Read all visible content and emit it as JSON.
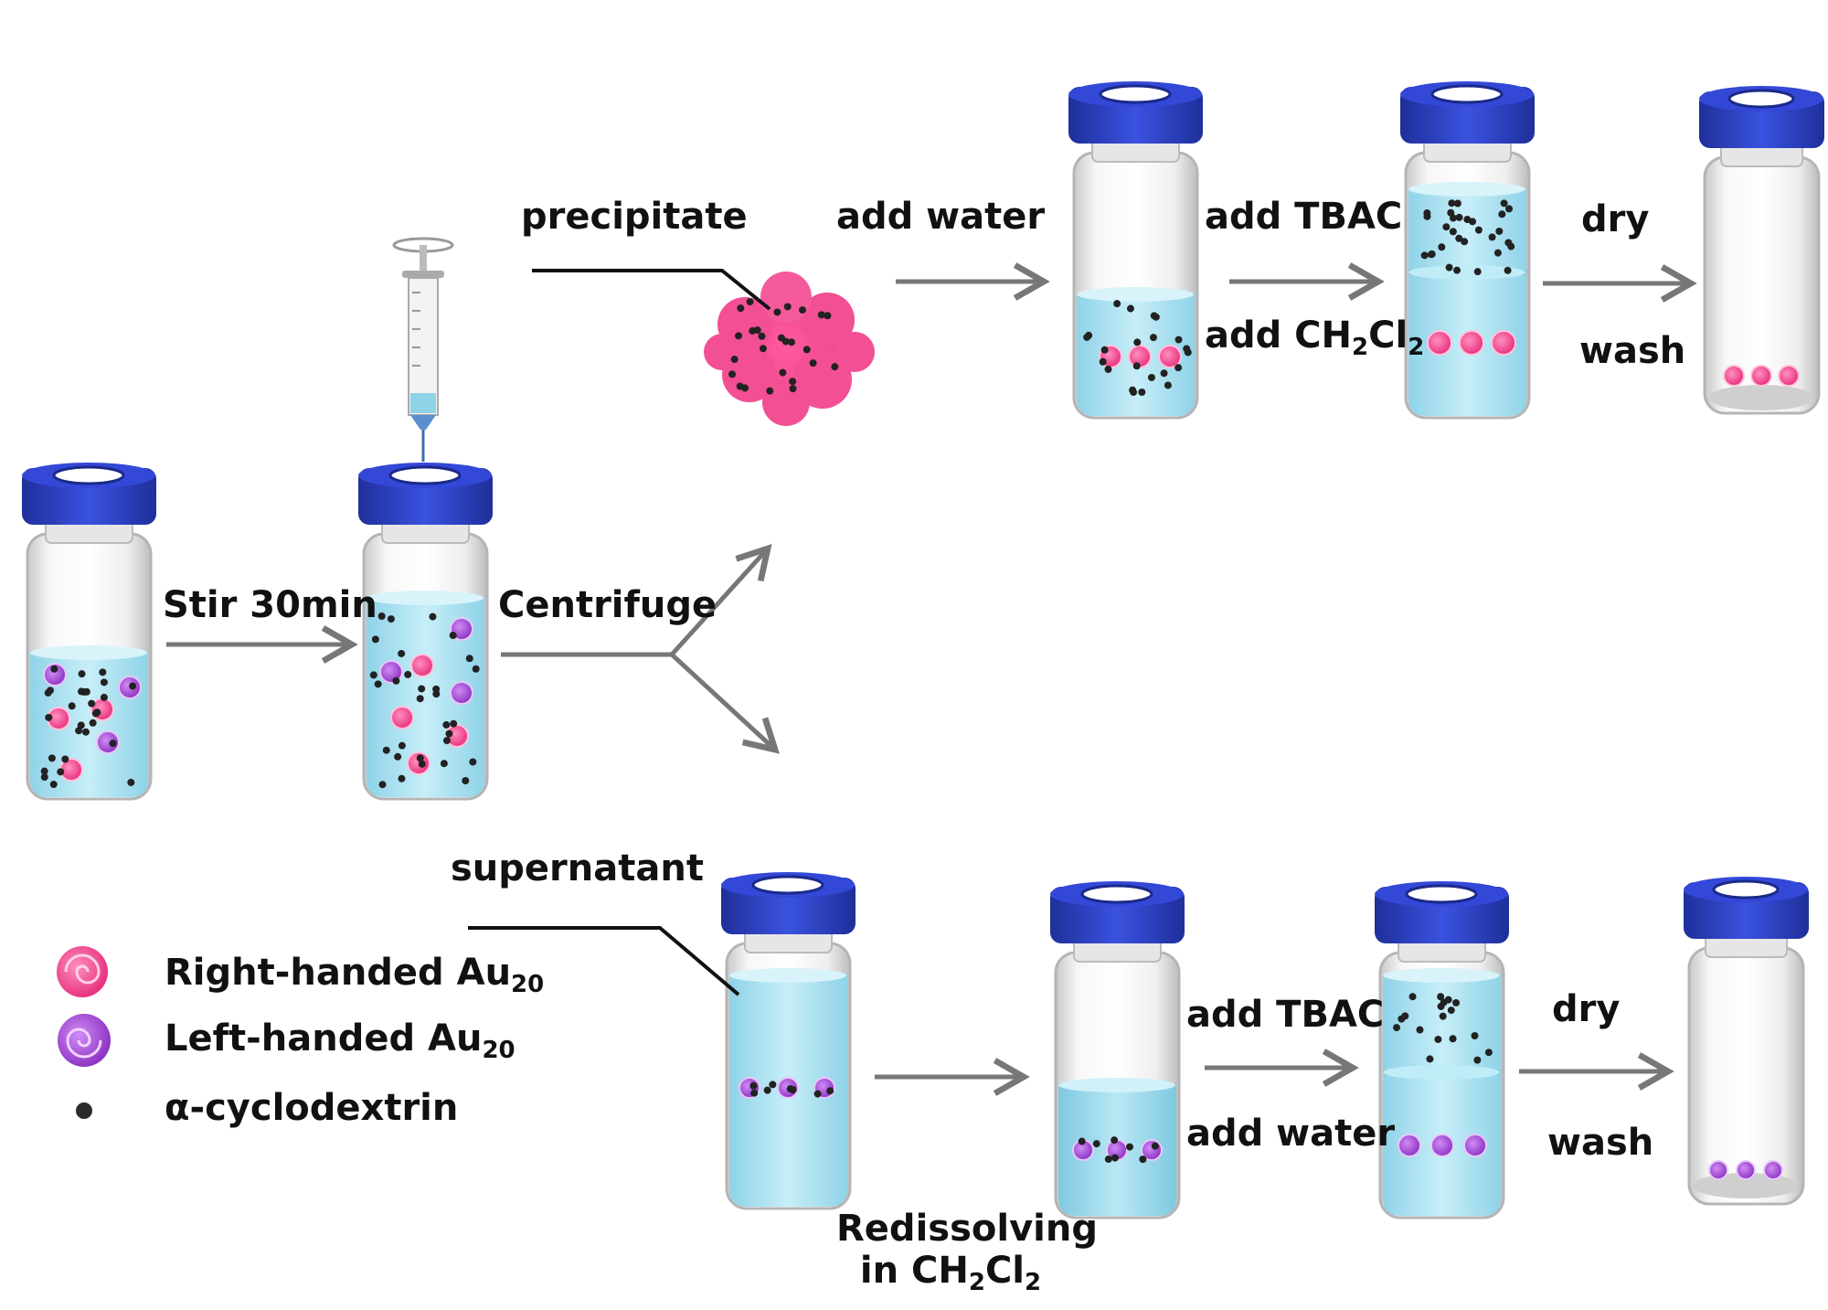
{
  "labels": {
    "precipitate": "precipitate",
    "add_water_top": "add water",
    "add_tbac_top": "add TBAC",
    "add_ch2cl2_top": {
      "pre": "add CH",
      "sub1": "2",
      "mid": "Cl",
      "sub2": "2"
    },
    "dry_top": "dry",
    "wash_top": "wash",
    "stir": "Stir 30min",
    "centrifuge": "Centrifuge",
    "supernatant": "supernatant",
    "redissolving_line1": "Redissolving",
    "redissolving_line2": {
      "pre": "in CH",
      "sub1": "2",
      "mid": "Cl",
      "sub2": "2"
    },
    "add_tbac_bottom": "add TBAC",
    "add_water_bottom": "add water",
    "dry_bottom": "dry",
    "wash_bottom": "wash"
  },
  "legend": [
    {
      "text": "Right-handed Au",
      "sub": "20",
      "icon": "right-handed-au20-icon",
      "color": "#e8347f"
    },
    {
      "text": "Left-handed Au",
      "sub": "20",
      "icon": "left-handed-au20-icon",
      "color": "#9b3fcf"
    },
    {
      "text": "α-cyclodextrin",
      "sub": "",
      "icon": "cyclodextrin-dot-icon",
      "color": "#222222"
    }
  ],
  "colors": {
    "cap": "#2a3fc4",
    "liquid": "#a8e1f0",
    "right_handed": "#e8347f",
    "left_handed": "#9b3fcf",
    "arrow": "#777777"
  }
}
